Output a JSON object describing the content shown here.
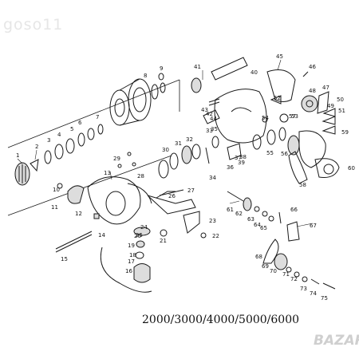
{
  "watermark": {
    "text": "goso11",
    "color": "#e6e6e6"
  },
  "footer": {
    "models": "2000/3000/4000/5000/6000"
  },
  "badge": {
    "text": "BAZAR",
    "color": "#cfcfcf"
  },
  "part_numbers": [
    "1",
    "2",
    "3",
    "4",
    "5",
    "6",
    "7",
    "8",
    "9",
    "10",
    "11",
    "12",
    "13",
    "14",
    "15",
    "16",
    "17",
    "18",
    "19",
    "20",
    "21",
    "22",
    "23",
    "24",
    "25",
    "26",
    "27",
    "28",
    "29",
    "30",
    "31",
    "32",
    "33",
    "34",
    "35",
    "36",
    "37",
    "38",
    "39",
    "40",
    "41",
    "42",
    "43",
    "44",
    "45",
    "46",
    "47",
    "48",
    "49",
    "50",
    "51",
    "52",
    "53",
    "54",
    "55",
    "56",
    "57",
    "58",
    "59",
    "60",
    "61",
    "62",
    "63",
    "64",
    "65",
    "66",
    "67",
    "68",
    "69",
    "70",
    "71",
    "72",
    "73",
    "74",
    "75"
  ]
}
